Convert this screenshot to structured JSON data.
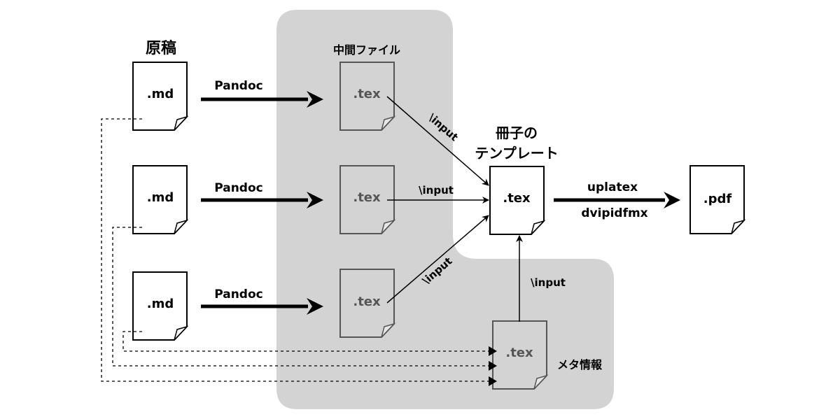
{
  "labels": {
    "manuscript_title": "原稿",
    "intermediate_title": "中間ファイル",
    "template_title_line1": "冊子の",
    "template_title_line2": "テンプレート",
    "meta_title": "メタ情報"
  },
  "sources": [
    {
      "name": ".md",
      "arrow_label": "Pandoc"
    },
    {
      "name": ".md",
      "arrow_label": "Pandoc"
    },
    {
      "name": ".md",
      "arrow_label": "Pandoc"
    }
  ],
  "intermediates": [
    {
      "name": ".tex",
      "input_label": "\\input"
    },
    {
      "name": ".tex",
      "input_label": "\\input"
    },
    {
      "name": ".tex",
      "input_label": "\\input"
    }
  ],
  "template": {
    "name": ".tex"
  },
  "meta": {
    "name": ".tex",
    "input_label": "\\input"
  },
  "output": {
    "name": ".pdf",
    "label_top": "uplatex",
    "label_bottom": "dvipidfmx"
  },
  "colors": {
    "region_fill": "#d3d3d3",
    "ink": "#000000",
    "gray_ink": "#555555"
  }
}
